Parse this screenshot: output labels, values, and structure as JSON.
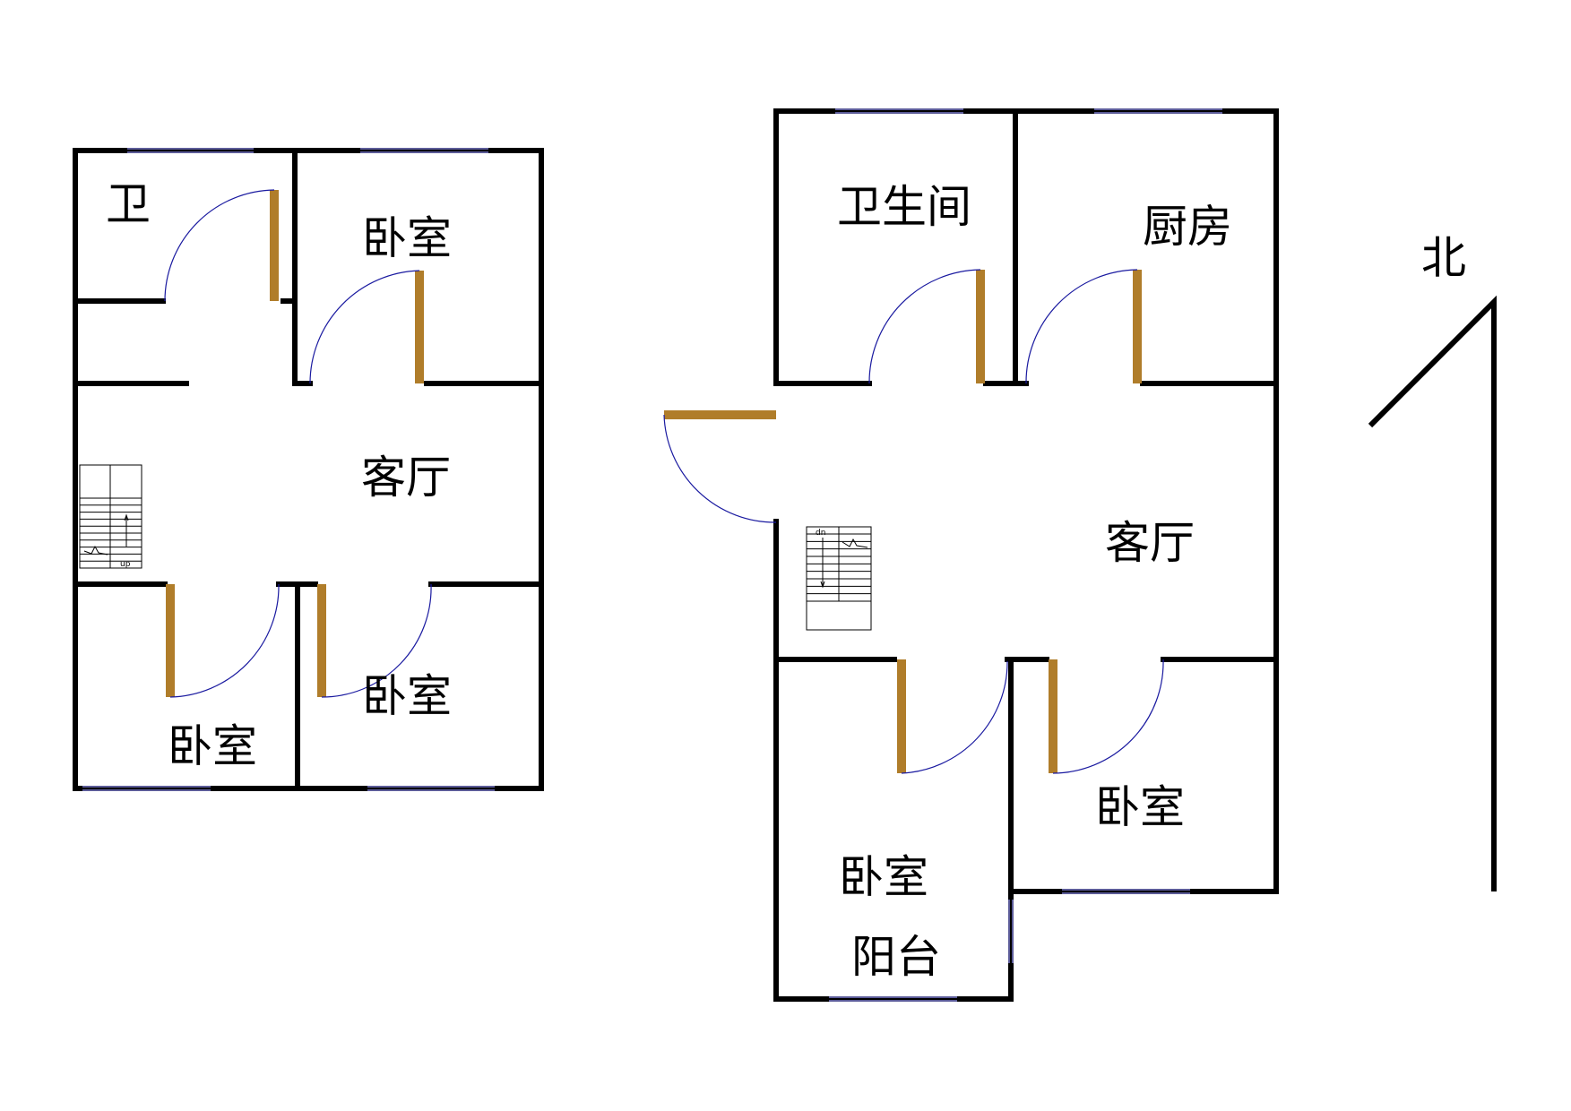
{
  "colors": {
    "wall": "#000000",
    "door_leaf": "#b07d2a",
    "door_swing": "#1a1aa0",
    "window": "#7a7acc"
  },
  "plan_left": {
    "rooms": {
      "bath": "卫",
      "bedroom_top": "卧室",
      "living": "客厅",
      "bedroom_bottom_right": "卧室",
      "bedroom_bottom_left": "卧室"
    },
    "stairs_label": "up"
  },
  "plan_right": {
    "rooms": {
      "bathroom": "卫生间",
      "kitchen": "厨房",
      "living": "客厅",
      "bedroom_right": "卧室",
      "bedroom_left": "卧室",
      "balcony": "阳台"
    },
    "stairs_label": "dn"
  },
  "compass": {
    "label": "北",
    "icon": "north-arrow-icon"
  }
}
